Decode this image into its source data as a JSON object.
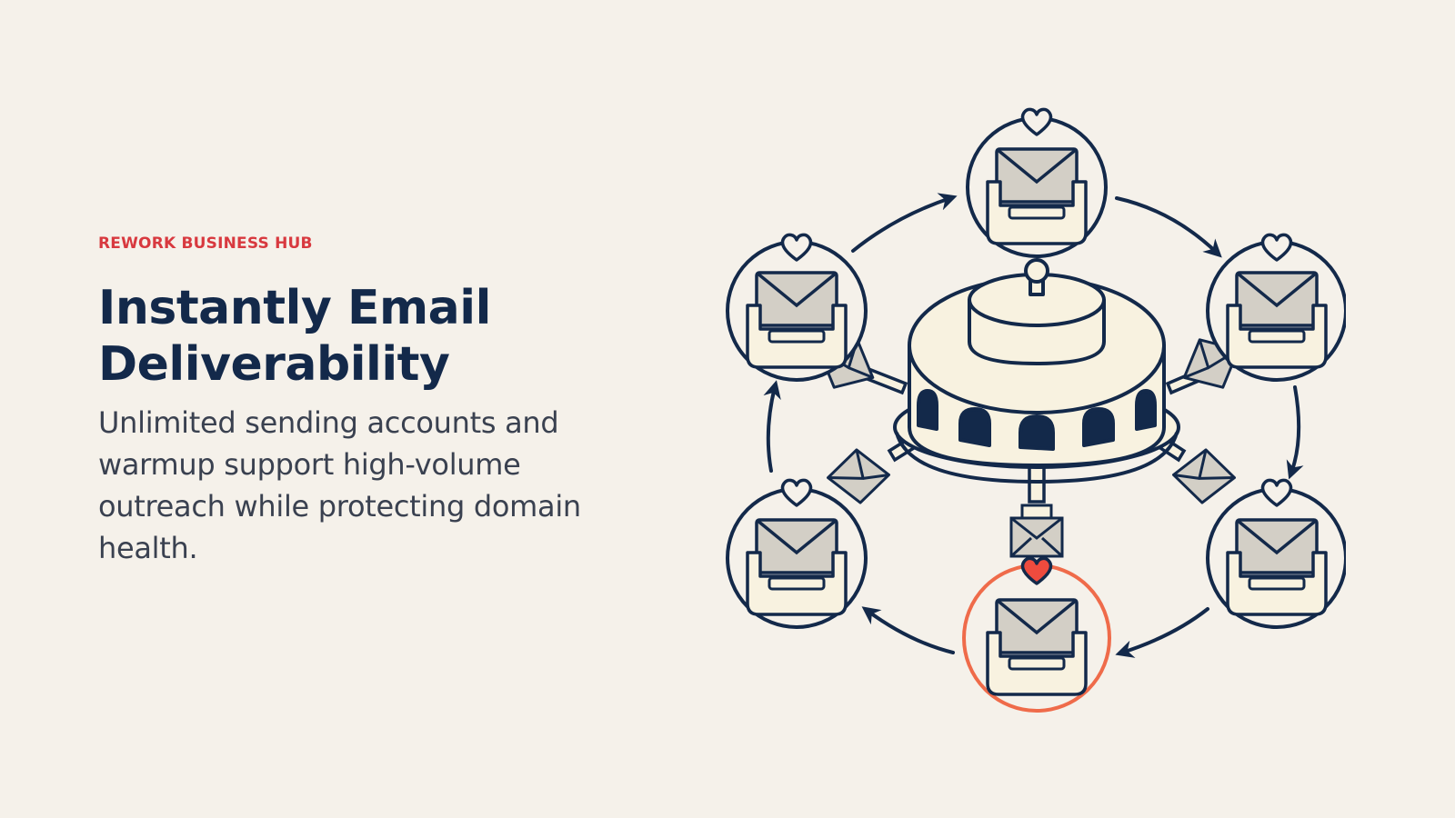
{
  "hero": {
    "eyebrow": "REWORK BUSINESS HUB",
    "title": "Instantly Email Deliverability",
    "description": "Unlimited sending accounts and warmup support high-volume outreach while protecting domain health."
  },
  "colors": {
    "background": "#f5f1ea",
    "accent": "#d8393f",
    "navy": "#13294a",
    "highlight": "#ef6b4a",
    "heart_active": "#ee4b3e"
  },
  "illustration": {
    "icons": [
      "hub-icon",
      "inbox-icon",
      "envelope-icon",
      "heart-icon",
      "cycle-arrow-icon"
    ]
  }
}
